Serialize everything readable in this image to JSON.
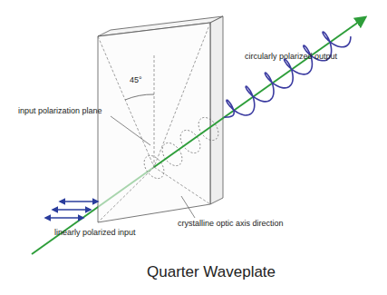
{
  "diagram": {
    "caption": "Quarter Waveplate",
    "labels": [
      "input polarization plane",
      "45°",
      "circularly polarized output",
      "crystalline optic axis direction",
      "linearly polarized input"
    ]
  }
}
